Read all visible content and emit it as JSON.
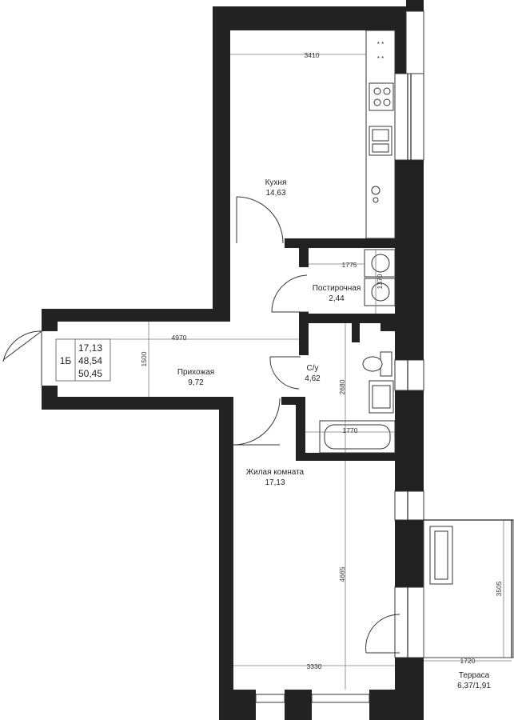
{
  "apartment": {
    "number": "1Б",
    "area_living": "17,13",
    "area_total": "48,54",
    "area_full": "50,45"
  },
  "rooms": {
    "kitchen": {
      "name": "Кухня",
      "area": "14,63"
    },
    "pantry": {
      "name": "Постирочная",
      "area": "2,44"
    },
    "hall": {
      "name": "Прихожая",
      "area": "9,72"
    },
    "bathroom": {
      "name": "С/у",
      "area": "4,62"
    },
    "living": {
      "name": "Жилая комната",
      "area": "17,13"
    },
    "terrace": {
      "name": "Терраса",
      "area": "6,37/1,91"
    }
  },
  "dimensions": {
    "kitchen_width": "3410",
    "pantry_width": "1775",
    "pantry_depth": "1370",
    "hall_length": "4970",
    "hall_width": "1500",
    "bath_height": "2680",
    "bath_width": "1770",
    "living_length": "4665",
    "living_width": "3330",
    "terrace_width": "1720",
    "terrace_length": "3505"
  },
  "colors": {
    "wall": "#222222",
    "background": "#ffffff",
    "dimension": "#7a7a7a"
  }
}
